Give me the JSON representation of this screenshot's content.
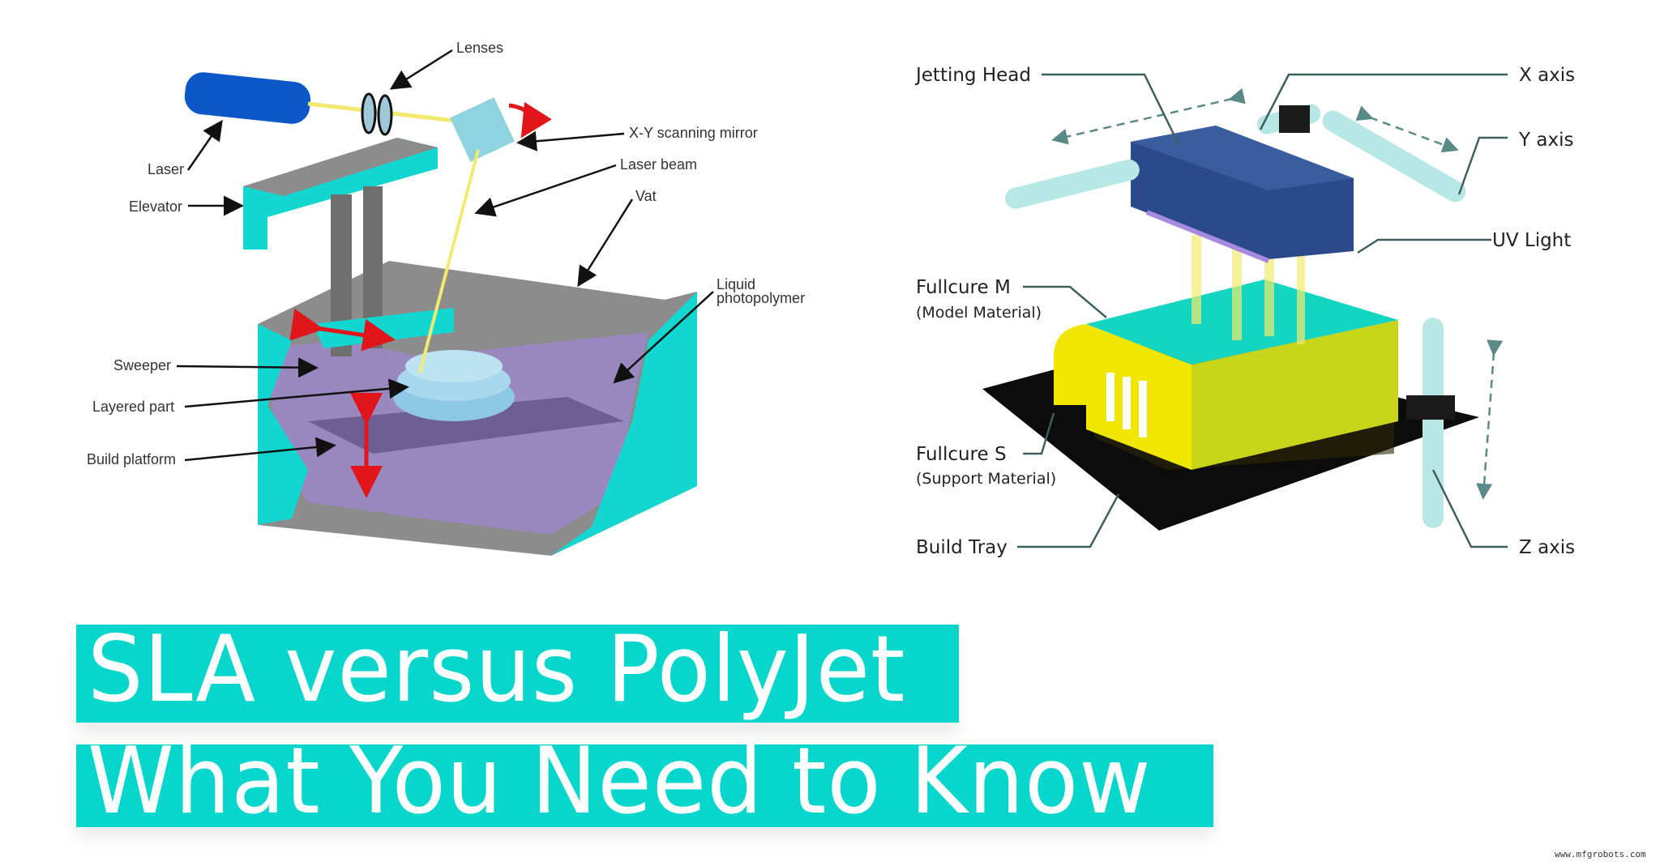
{
  "sla_diagram": {
    "labels": {
      "lenses": "Lenses",
      "laser": "Laser",
      "elevator": "Elevator",
      "mirror": "X-Y scanning mirror",
      "laser_beam": "Laser beam",
      "vat": "Vat",
      "liquid_1": "Liquid",
      "liquid_2": "photopolymer",
      "sweeper": "Sweeper",
      "layered_part": "Layered part",
      "build_platform": "Build platform"
    }
  },
  "polyjet_diagram": {
    "labels": {
      "jetting_head": "Jetting Head",
      "x_axis": "X axis",
      "y_axis": "Y axis",
      "uv_light": "UV Light",
      "fullcure_m": "Fullcure M",
      "model_material": "(Model Material)",
      "fullcure_s": "Fullcure S",
      "support_material": "(Support Material)",
      "build_tray": "Build Tray",
      "z_axis": "Z axis"
    }
  },
  "title": {
    "line1": "SLA versus PolyJet",
    "line2": "What You Need to Know"
  },
  "watermark": "www.mfgrobots.com",
  "colors": {
    "accent": "#06d6cc",
    "vat_gray": "#8c8c8c",
    "resin_purple": "#8e7fbf",
    "model_yellow": "#c6d41a",
    "head_blue": "#2a4a8a"
  }
}
